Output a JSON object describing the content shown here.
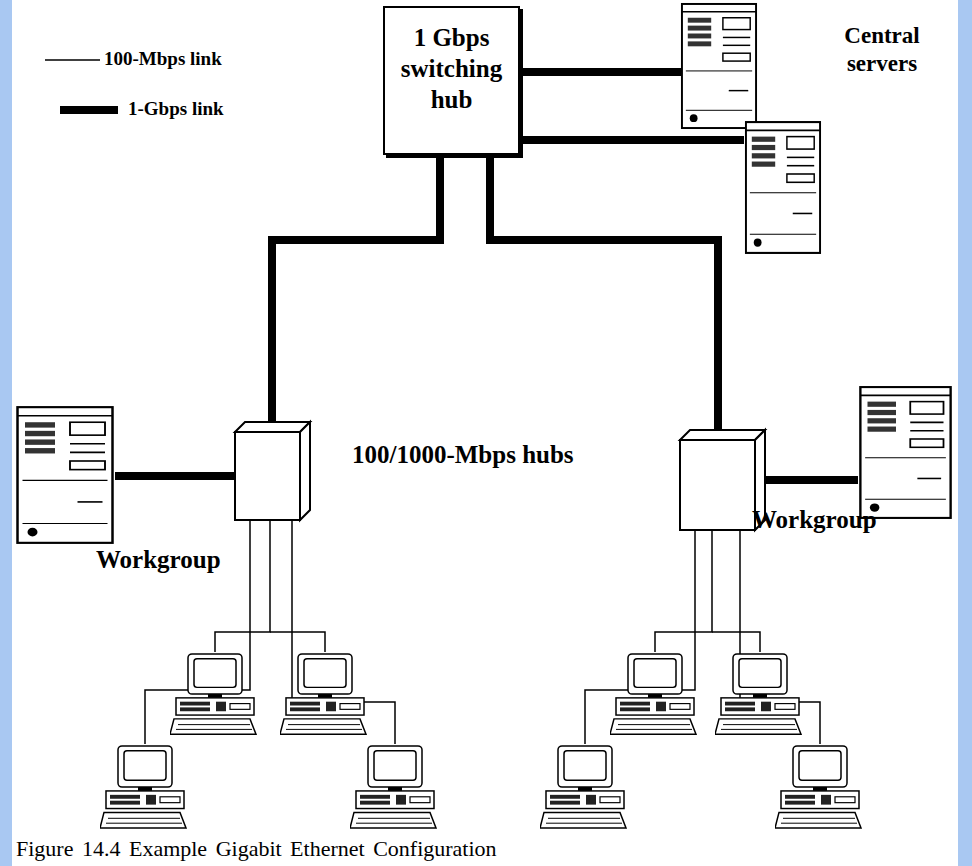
{
  "diagram": {
    "caption": "Figure 14.4 Example Gigabit Ethernet Configuration",
    "nodes": [
      {
        "text": [
          "1 Gbps switching hub"
        ]
      }
    ],
    "labels": [
      "Central servers",
      "100/1000-Mbps hubs",
      "Workgroup",
      "Workgroup"
    ],
    "legend": [
      {
        "text": "100-Mbps link"
      },
      {
        "text": "1-Gbps link"
      }
    ]
  }
}
